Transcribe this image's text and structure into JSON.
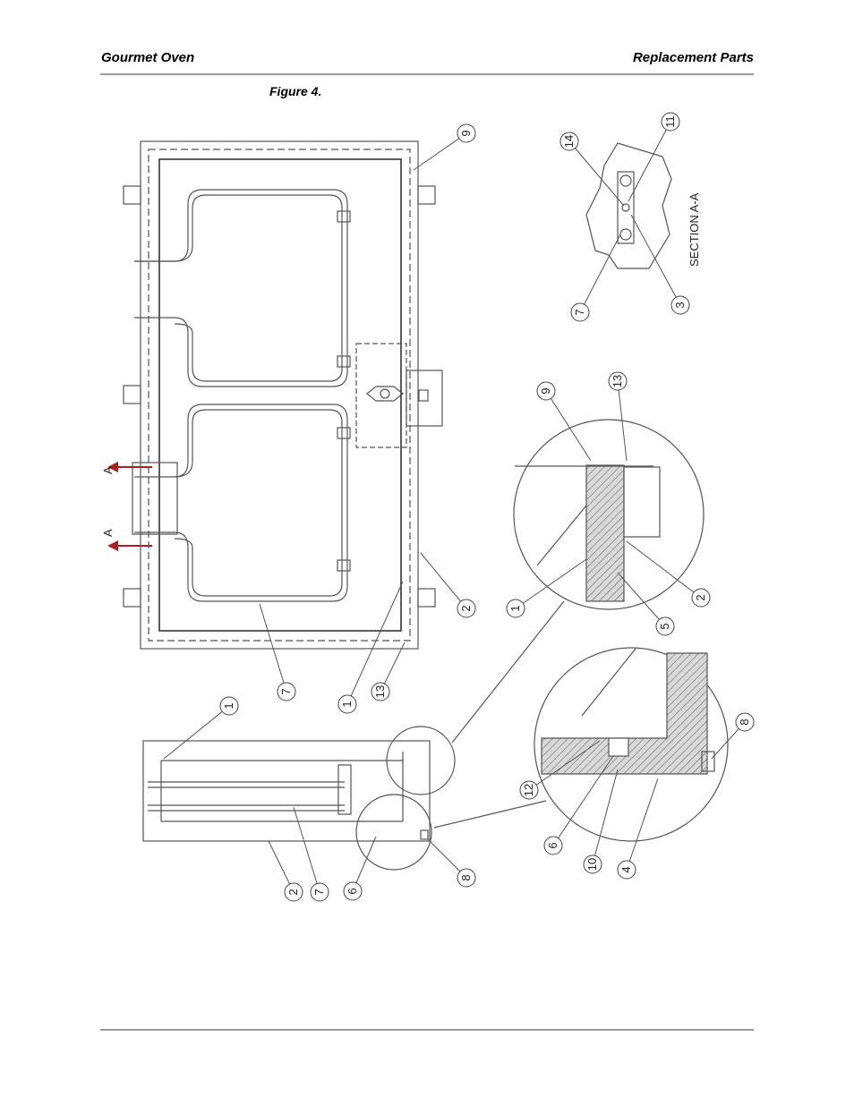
{
  "header": {
    "left": "Gourmet Oven",
    "right": "Replacement Parts"
  },
  "figure": {
    "caption": "Figure 4."
  },
  "section_label": "SECTION A-A",
  "section_marks": [
    "A",
    "A"
  ],
  "callouts": {
    "main_view": [
      "9",
      "2",
      "13",
      "1",
      "7"
    ],
    "side_view": [
      "1",
      "2",
      "7",
      "6",
      "8"
    ],
    "detail_top": [
      "9",
      "13",
      "1",
      "5",
      "2"
    ],
    "detail_bottom": [
      "8",
      "12",
      "6",
      "10",
      "4"
    ],
    "section": [
      "14",
      "11",
      "7",
      "3"
    ]
  }
}
